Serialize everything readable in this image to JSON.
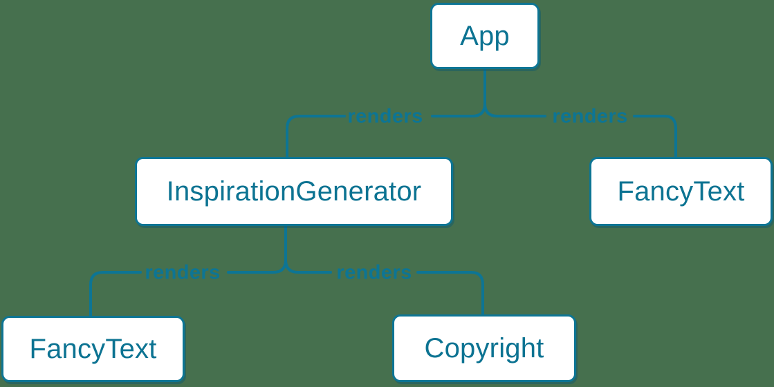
{
  "diagram": {
    "description": "Component tree diagram showing which components render which",
    "background_color": "#46704E",
    "accent_color": "#0D7594",
    "node_fill_color": "#FFFFFF",
    "nodes": {
      "app": {
        "label": "App"
      },
      "inspiration_generator": {
        "label": "InspirationGenerator"
      },
      "fancy_text_top": {
        "label": "FancyText"
      },
      "fancy_text_bottom": {
        "label": "FancyText"
      },
      "copyright": {
        "label": "Copyright"
      }
    },
    "edges": {
      "app_to_inspiration_generator": {
        "from": "App",
        "to": "InspirationGenerator",
        "label": "renders"
      },
      "app_to_fancy_text": {
        "from": "App",
        "to": "FancyText",
        "label": "renders"
      },
      "inspiration_generator_to_fancy_text": {
        "from": "InspirationGenerator",
        "to": "FancyText",
        "label": "renders"
      },
      "inspiration_generator_to_copyright": {
        "from": "InspirationGenerator",
        "to": "Copyright",
        "label": "renders"
      }
    }
  }
}
